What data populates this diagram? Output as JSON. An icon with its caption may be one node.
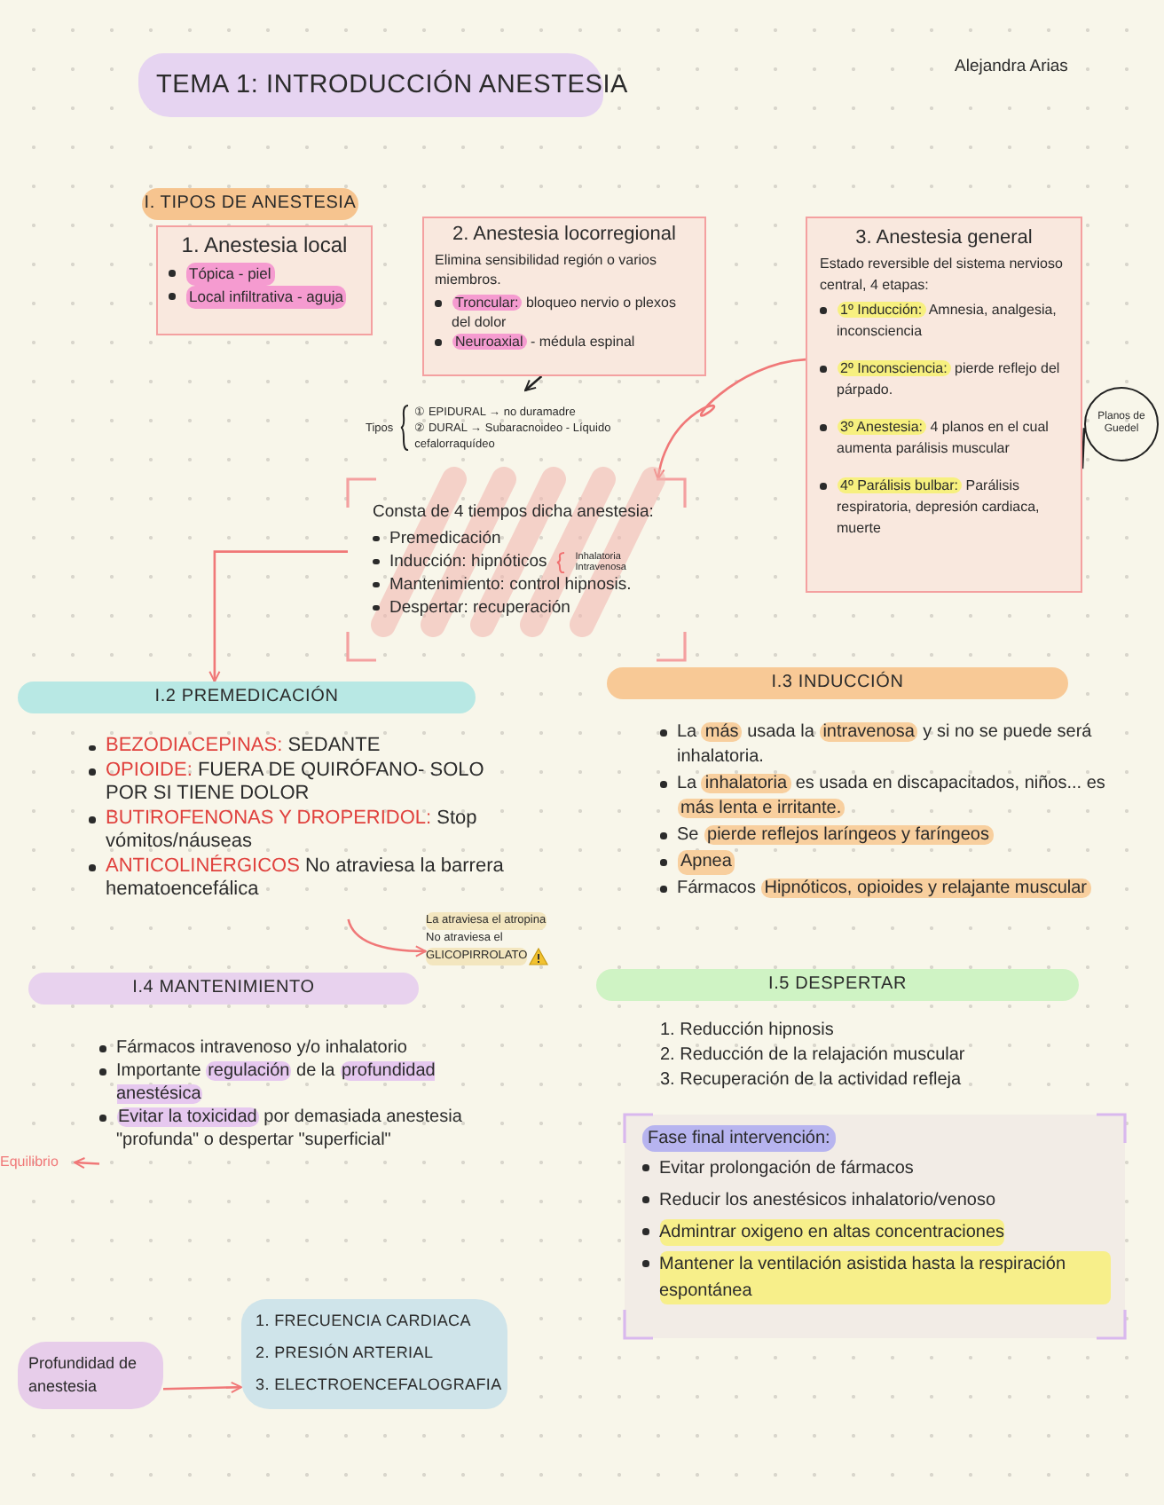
{
  "diagram": {
    "title": "TEMA 1: INTRODUCCIÓN ANESTESIA",
    "nodes": [
      {
        "text": [
          "I. TIPOS DE ANESTESIA"
        ]
      },
      {
        "text": [
          "1. Anestesia local",
          "Tópica - piel",
          "Local infiltrativa - aguja"
        ]
      },
      {
        "text": [
          "2. Anestesia locorregional",
          "Elimina sensibilidad región o varios miembros.",
          "**Troncular:** bloqueo nervio o plexos del dolor",
          "**Neuroaxial** - médula espinal"
        ]
      },
      {
        "text": [
          "3. Anestesia general",
          "Estado reversible del sistema nervioso central, 4 etapas:",
          "**1º Inducción:** Amnesia, analgesia, inconsciencia",
          "**2º Inconsciencia:** pierde reflejo del párpado.",
          "**3º Anestesia:** 4 planos en el cual aumenta parálisis muscular",
          "**4º Parálisis bulbar:** Parálisis respiratoria, depresión cardiaca, muerte"
        ]
      },
      {
        "text": [
          "Planos de Guedel"
        ]
      },
      {
        "text": [
          "Tipos",
          "① EPIDURAL → no duramadre",
          "② DURAL → Subaracnoideo - Líquido cefalorraquídeo"
        ]
      },
      {
        "text": [
          "Consta de 4 tiempos dicha anestesia:",
          "Premedicación",
          "Inducción: hipnóticos",
          "Inhalatoria",
          "Intravenosa",
          "Mantenimiento: control hipnosis.",
          "Despertar: recuperación"
        ]
      },
      {
        "text": [
          "I.2 PREMEDICACIÓN"
        ]
      },
      {
        "text": [
          "**BEZODIACEPINAS:** SEDANTE",
          "**OPIOIDE:** FUERA DE QUIRÓFANO- SOLO POR SI TIENE DOLOR",
          "**BUTIROFENONAS Y DROPERIDOL:** Stop vómitos/náuseas",
          "**ANTICOLINÉRGICOS** No atraviesa la barrera hematoencefálica"
        ]
      },
      {
        "text": [
          "La atraviesa el atropina",
          "No atraviesa el",
          "GLICOPIRROLATO"
        ]
      },
      {
        "text": [
          "I.3 INDUCCIÓN"
        ]
      },
      {
        "text": [
          "I.4 MANTENIMIENTO"
        ]
      },
      {
        "text": [
          "Fármacos intravenoso y/o inhalatorio",
          "Importante **regulación** de la **profundidad anestésica**",
          "**Evitar la toxicidad** por demasiada anestesia \"profunda\" o despertar \"superficial\""
        ]
      },
      {
        "text": [
          "Equilibrio"
        ]
      },
      {
        "text": [
          "I.5 DESPERTAR"
        ]
      },
      {
        "text": [
          "Fase final intervención:",
          "Evitar prolongación de fármacos",
          "Reducir los anestésicos inhalatorio/venoso",
          "Admintrar oxigeno en altas concentraciones",
          "Mantener la ventilación asistida hasta la respiración espontánea"
        ]
      },
      {
        "text": [
          "Profundidad de anestesia"
        ]
      },
      {
        "text": [
          "1. FRECUENCIA CARDIACA",
          "2. PRESIÓN ARTERIAL",
          "3. ELECTROENCEFALOGRAFIA"
        ]
      }
    ],
    "edges": [
      {
        "from": 2,
        "to": 5,
        "arrow": "to",
        "color": "#222222"
      },
      {
        "from": 3,
        "to": 6,
        "arrow": "to"
      },
      {
        "from": 6,
        "to": 7,
        "arrow": "to"
      },
      {
        "from": 3,
        "to": 4,
        "arrow": "none",
        "color": "#222222"
      },
      {
        "from": 8,
        "to": 9,
        "arrow": "to"
      },
      {
        "from": 12,
        "to": 13,
        "arrow": "to"
      },
      {
        "from": 16,
        "to": 17,
        "arrow": "to"
      }
    ],
    "labels": [
      "Alejandra Arias",
      "La **más** usada la **intravenosa** y si no se puede será inhalatoria.",
      "La **inhalatoria** es usada en discapacitados, niños... es **más lenta e irritante.**",
      "Se **pierde reflejos laríngeos y faríngeos**",
      "Apnea",
      "Fármacos **Hipnóticos, opioides y relajante muscular**",
      "1. Reducción hipnosis",
      "2. Reducción de la relajación muscular",
      "3. Recuperación de la actividad refleja"
    ]
  }
}
